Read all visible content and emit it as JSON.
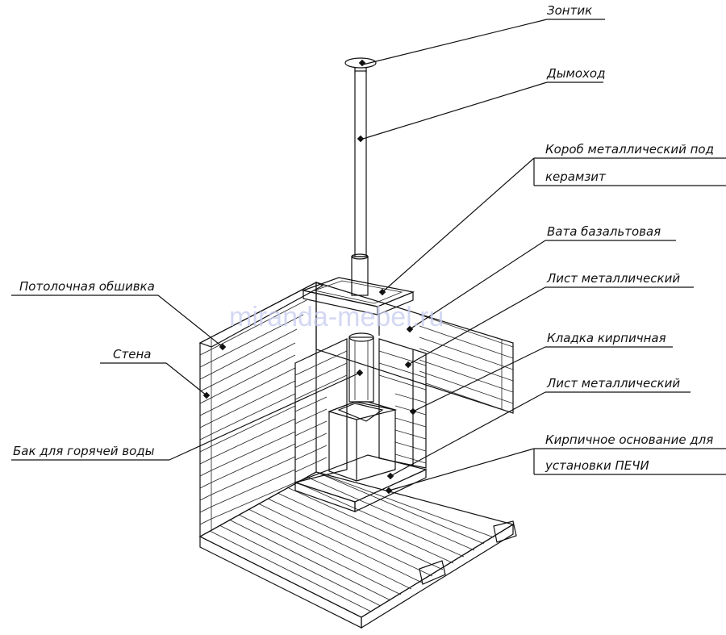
{
  "labels": {
    "zontik": "Зонтик",
    "dymokhod": "Дымоход",
    "korob_line1": "Короб металлический под",
    "korob_line2": "керамзит",
    "vata": "Вата базальтовая",
    "list_metal_1": "Лист металлический",
    "kladka": "Кладка кирпичная",
    "list_metal_2": "Лист металлический",
    "osnovanie_line1": "Кирпичное основание для",
    "osnovanie_line2": "установки ПЕЧИ",
    "potolochnaya": "Потолочная обшивка",
    "stena": "Стена",
    "bak": "Бак для горячей воды"
  },
  "watermark": "miranda-mebel.ru"
}
